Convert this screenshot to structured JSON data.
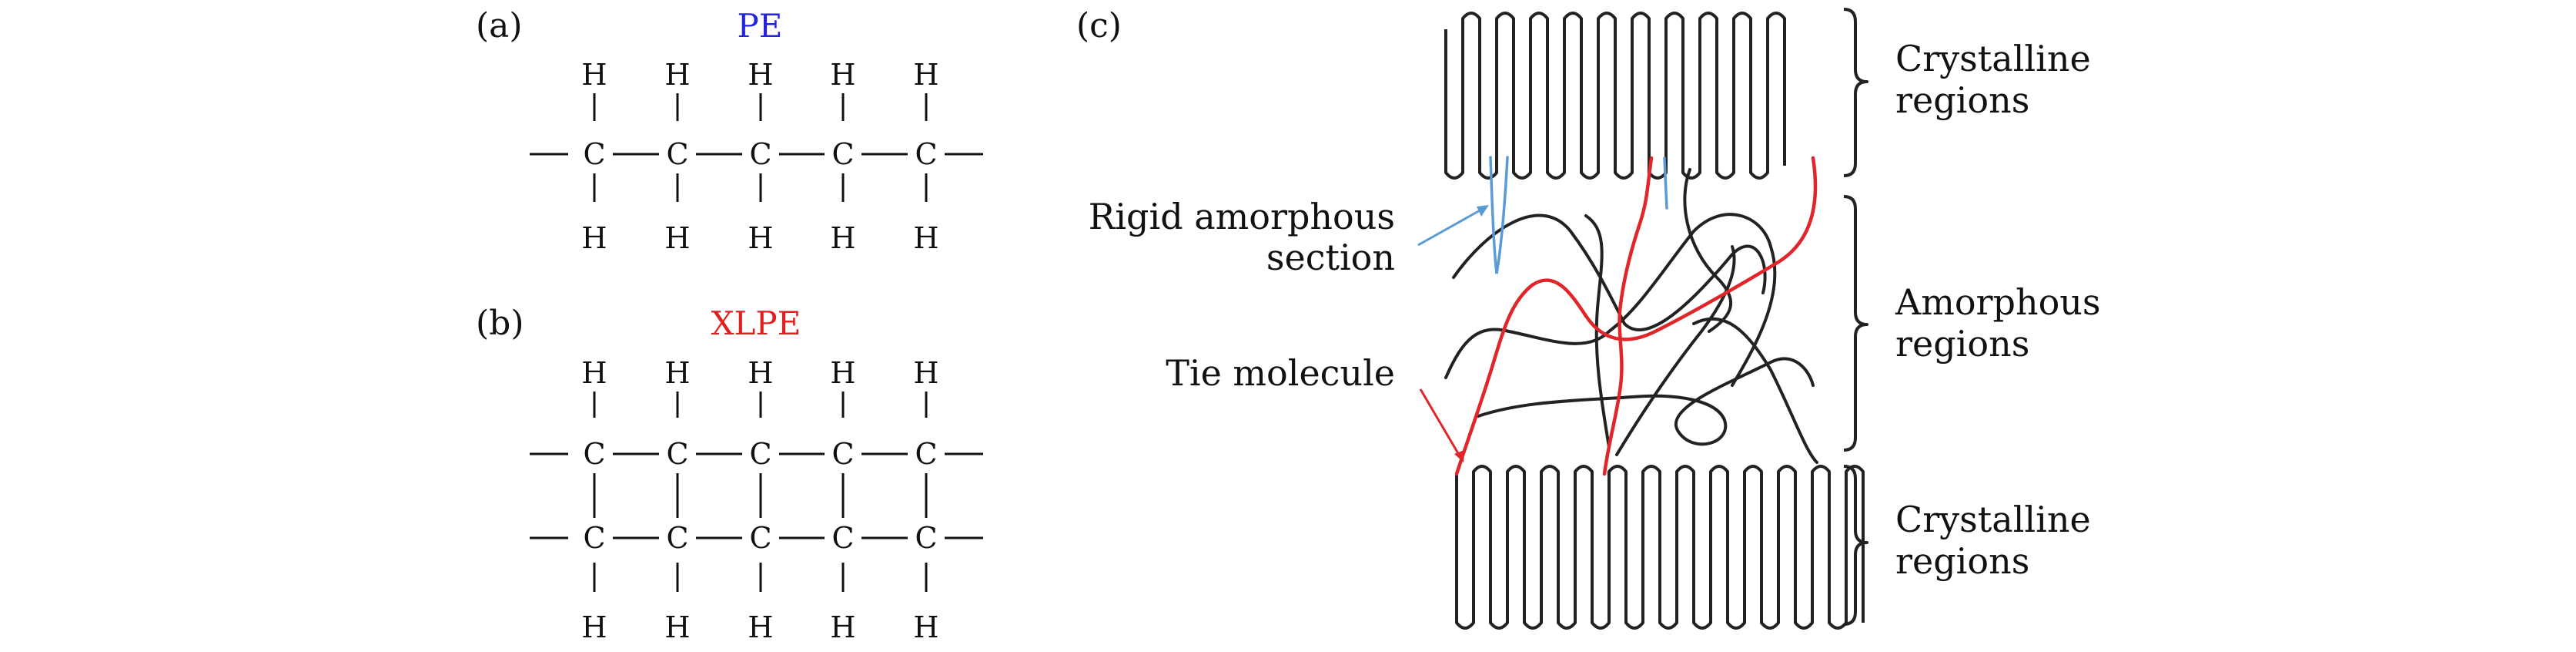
{
  "panel_a": {
    "label": "(a)",
    "title": "PE",
    "title_color": "#2323e0",
    "atoms": {
      "carbon": "C",
      "hydrogen": "H"
    }
  },
  "panel_b": {
    "label": "(b)",
    "title": "XLPE",
    "title_color": "#e01f1f",
    "atoms": {
      "carbon": "C",
      "hydrogen": "H"
    }
  },
  "panel_c": {
    "label": "(c)",
    "brace_labels": {
      "top": [
        "Crystalline",
        "regions"
      ],
      "middle": [
        "Amorphous",
        "regions"
      ],
      "bottom": [
        "Crystalline",
        "regions"
      ]
    },
    "callouts": {
      "rigid": [
        "Rigid amorphous",
        "section"
      ],
      "tie": "Tie molecule"
    },
    "colors": {
      "chain": "#222222",
      "tie_molecule": "#e0262b",
      "rigid_amorphous": "#5b9bd5"
    }
  }
}
